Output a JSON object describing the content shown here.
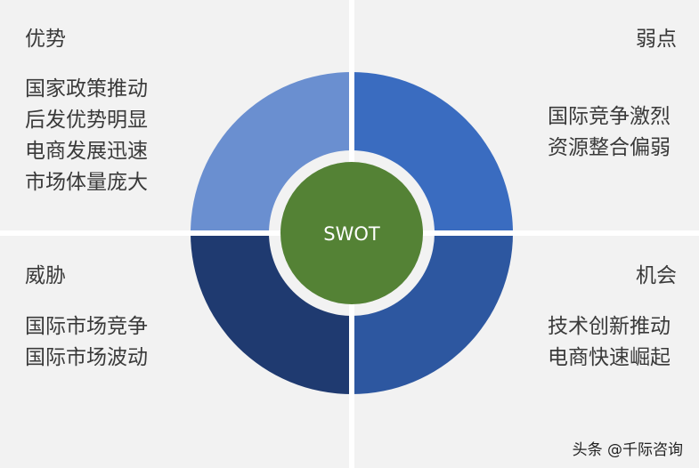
{
  "center": {
    "label": "SWOT",
    "color": "#548235"
  },
  "quadrants": {
    "strengths": {
      "title": "优势",
      "color": "#6a8fd0",
      "items": [
        "国家政策推动",
        "后发优势明显",
        "电商发展迅速",
        "市场体量庞大"
      ]
    },
    "weaknesses": {
      "title": "弱点",
      "color": "#3a6cc0",
      "items": [
        "国际竞争激烈",
        "资源整合偏弱"
      ]
    },
    "threats": {
      "title": "威胁",
      "color": "#1f3a70",
      "items": [
        "国际市场竞争",
        "国际市场波动"
      ]
    },
    "opportunities": {
      "title": "机会",
      "color": "#2d57a0",
      "items": [
        "技术创新推动",
        "电商快速崛起"
      ]
    }
  },
  "footer": "头条 @千际咨询"
}
